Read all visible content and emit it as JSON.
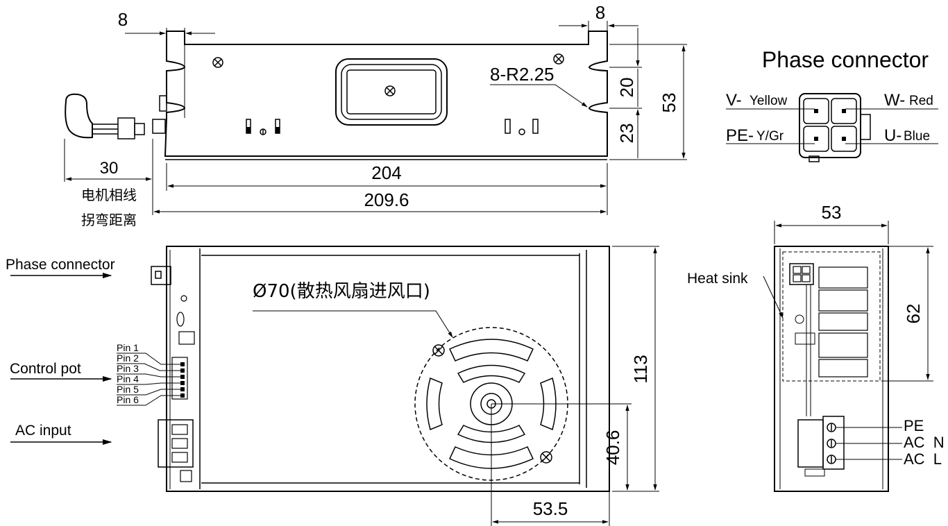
{
  "top_view": {
    "dim_slot_width_left": "8",
    "dim_slot_width_right": "8",
    "dim_radius": "8-R2.25",
    "dim_slot_spacing": "20",
    "dim_bottom_offset": "23",
    "dim_height": "53",
    "dim_inner_length": "204",
    "dim_total_length": "209.6",
    "dim_bend": "30",
    "bend_note_line1": "电机相线",
    "bend_note_line2": "拐弯距离"
  },
  "phase_connector_detail": {
    "title": "Phase connector",
    "v_label": "V-",
    "v_color": "Yellow",
    "w_label": "W-",
    "w_color": "Red",
    "pe_label": "PE-",
    "pe_color": "Y/Gr",
    "u_label": "U-",
    "u_color": "Blue"
  },
  "front_view": {
    "phase_connector_label": "Phase connector",
    "control_pot_label": "Control pot",
    "ac_input_label": "AC input",
    "pins": [
      "Pin 1",
      "Pin 2",
      "Pin 3",
      "Pin 4",
      "Pin 5",
      "Pin 6"
    ],
    "fan_label": "Ø70(散热风扇进风口)",
    "dim_height": "113",
    "dim_fan_vertical": "40.6",
    "dim_fan_horizontal": "53.5"
  },
  "side_view": {
    "dim_width": "53",
    "dim_heat_sink_height": "62",
    "heat_sink_label": "Heat sink",
    "terminal_pe": "PE",
    "terminal_ac_n": "AC  N",
    "terminal_ac_l": "AC  L"
  }
}
